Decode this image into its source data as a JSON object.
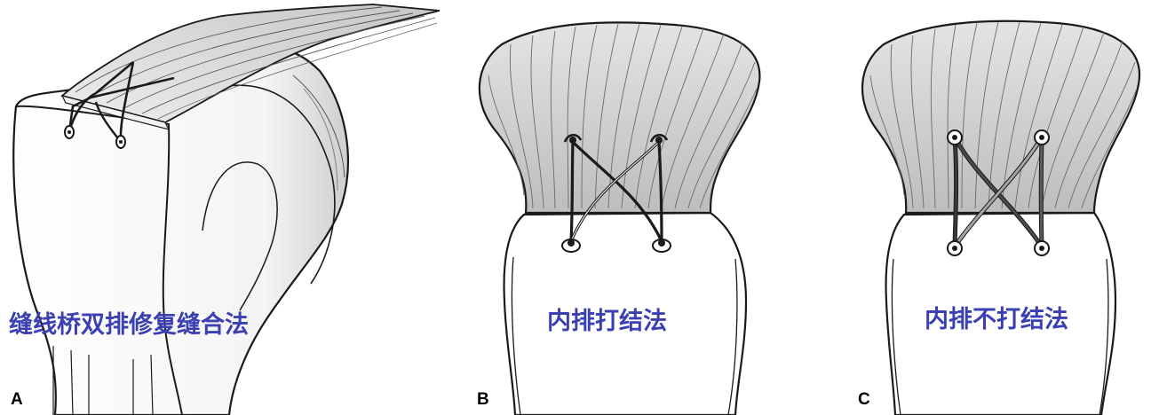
{
  "panels": [
    {
      "letter": "A",
      "caption": "缝线桥双排修复缝合法"
    },
    {
      "letter": "B",
      "caption": "内排打结法"
    },
    {
      "letter": "C",
      "caption": "内排不打结法"
    }
  ],
  "colors": {
    "caption": "#3a3fb2",
    "outline": "#1a1a1a",
    "tendon_fill": "#d4d4d4",
    "suture_dark": "#2b2b2b",
    "suture_light": "#9a9a9a"
  }
}
